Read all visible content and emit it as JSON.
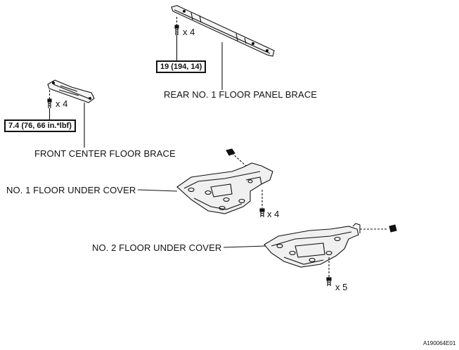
{
  "labels": {
    "rear_brace": "REAR NO. 1 FLOOR PANEL BRACE",
    "front_brace": "FRONT CENTER FLOOR BRACE",
    "cover1": "NO. 1 FLOOR UNDER COVER",
    "cover2": "NO. 2 FLOOR UNDER COVER"
  },
  "torque": {
    "rear": "19 (194, 14)",
    "front": "7.4 (76, 66 in.*lbf)"
  },
  "quantities": {
    "rear_bolts": "x 4",
    "front_bolts": "x 4",
    "cover1_bolts": "x 4",
    "cover2_bolts": "x 5"
  },
  "figure_code": "A190064E01"
}
